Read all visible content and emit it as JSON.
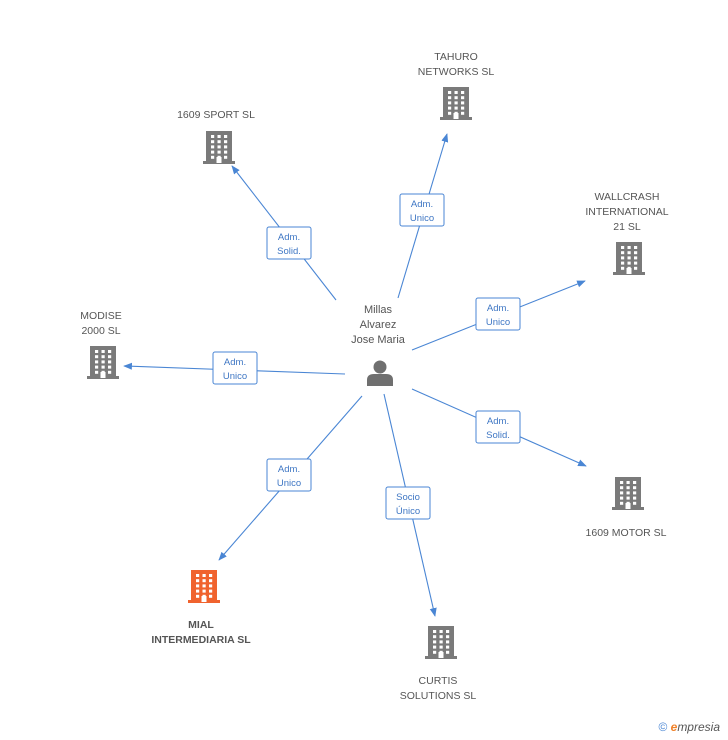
{
  "center": {
    "label_lines": [
      "Millas",
      "Alvarez",
      "Jose Maria"
    ],
    "icon": "person-icon"
  },
  "companies": [
    {
      "id": "tahuro",
      "label_lines": [
        "TAHURO",
        "NETWORKS SL"
      ],
      "icon": "building-icon",
      "highlight": false,
      "role_lines": [
        "Adm.",
        "Unico"
      ]
    },
    {
      "id": "sport",
      "label_lines": [
        "1609 SPORT SL"
      ],
      "icon": "building-icon",
      "highlight": false,
      "role_lines": [
        "Adm.",
        "Solid."
      ]
    },
    {
      "id": "wallcrash",
      "label_lines": [
        "WALLCRASH",
        "INTERNATIONAL",
        "21 SL"
      ],
      "icon": "building-icon",
      "highlight": false,
      "role_lines": [
        "Adm.",
        "Unico"
      ]
    },
    {
      "id": "modise",
      "label_lines": [
        "MODISE",
        "2000  SL"
      ],
      "icon": "building-icon",
      "highlight": false,
      "role_lines": [
        "Adm.",
        "Unico"
      ]
    },
    {
      "id": "motor",
      "label_lines": [
        "1609 MOTOR SL"
      ],
      "icon": "building-icon",
      "highlight": false,
      "role_lines": [
        "Adm.",
        "Solid."
      ]
    },
    {
      "id": "mial",
      "label_lines": [
        "MIAL",
        "INTERMEDIARIA SL"
      ],
      "icon": "building-icon",
      "highlight": true,
      "role_lines": [
        "Adm.",
        "Unico"
      ]
    },
    {
      "id": "curtis",
      "label_lines": [
        "CURTIS",
        "SOLUTIONS SL"
      ],
      "icon": "building-icon",
      "highlight": false,
      "role_lines": [
        "Socio",
        "Único"
      ]
    }
  ],
  "colors": {
    "edge": "#4a86d4",
    "building": "#7a7a7a",
    "building_highlight": "#f0632e",
    "person": "#6f6f6f"
  },
  "footer": {
    "copyright": "©",
    "brand_initial": "e",
    "brand_rest": "mpresia"
  }
}
